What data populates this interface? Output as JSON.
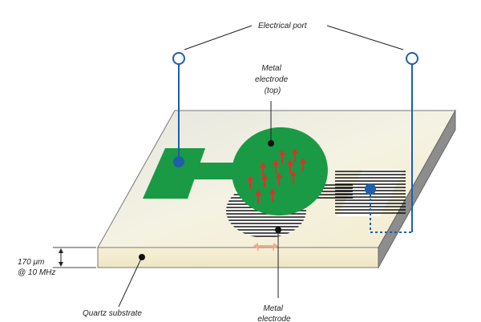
{
  "labels": {
    "electrical_port": "Electrical port",
    "top_electrode": [
      "Metal",
      "electrode",
      "(top)"
    ],
    "bottom_electrode": [
      "Metal",
      "electrode"
    ],
    "thickness": [
      "170 μm",
      "@ 10 MHz"
    ],
    "substrate": "Quartz substrate"
  },
  "colors": {
    "electrode_green": "#1a9a44",
    "wire_blue": "#1f5fa8",
    "arrow_red": "#e0302a",
    "arrow_pink": "#f2a98c",
    "substrate_top": "#efeedd",
    "stripe_black": "#111111"
  },
  "icons": {
    "port_terminal": "hollow-circle",
    "contact_point": "filled-blue-dot",
    "pointer_dot": "black-dot"
  }
}
